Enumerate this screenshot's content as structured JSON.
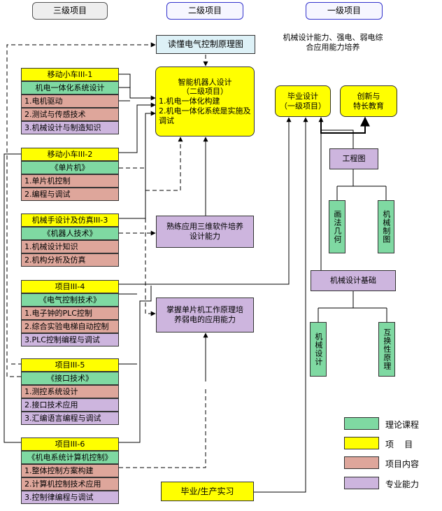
{
  "headers": {
    "level3": "三级项目",
    "level2": "二级项目",
    "level1": "一级项目"
  },
  "goal": "机械设计能力、强电、弱电综合应用能力培养",
  "center": {
    "read_diagram": "读懂电气控制原理图",
    "robot_design": {
      "title": "智能机器人设计",
      "subtitle": "（二级项目）",
      "line1": "1.机电一体化构建",
      "line2": "2.机电一体化系统是实施及调试"
    },
    "software": "熟练应用三维软件培养设计能力",
    "mcu": "掌握单片机工作原理培养弱电的应用能力",
    "internship": "毕业/生产实习"
  },
  "right": {
    "graduation": "毕业设计\n（一级项目）",
    "innovation": "创新与\n特长教育",
    "engineering_drawing": "工程图",
    "descriptive_geometry": "画法几何",
    "mech_drawing": "机械制图",
    "mech_basics": "机械设计基础",
    "mech_design": "机械设计",
    "tolerance": "互换性原理"
  },
  "projects": [
    {
      "title": "移动小车III-1",
      "theory": "机电一体化系统设计",
      "items": [
        {
          "text": "1.电机驱动",
          "kind": "content"
        },
        {
          "text": "2.测试与传感技术",
          "kind": "content"
        },
        {
          "text": "3.机械设计与制造知识",
          "kind": "ability"
        }
      ]
    },
    {
      "title": "移动小车III-2",
      "theory": "《单片机》",
      "items": [
        {
          "text": "1.单片机控制",
          "kind": "content"
        },
        {
          "text": "2.编程与调试",
          "kind": "content"
        }
      ]
    },
    {
      "title": "机械手设计及仿真III-3",
      "theory": "《机器人技术》",
      "items": [
        {
          "text": "1.机械设计知识",
          "kind": "content"
        },
        {
          "text": "2.机构分析及仿真",
          "kind": "content"
        }
      ]
    },
    {
      "title": "项目III-4",
      "theory": "《电气控制技术》",
      "items": [
        {
          "text": "1.电子钟的PLC控制",
          "kind": "content"
        },
        {
          "text": "2.综合实验电梯自动控制",
          "kind": "content"
        },
        {
          "text": "3.PLC控制编程与调试",
          "kind": "ability"
        }
      ]
    },
    {
      "title": "项目III-5",
      "theory": "《接口技术》",
      "items": [
        {
          "text": "1.测控系统设计",
          "kind": "content"
        },
        {
          "text": "2.接口技术应用",
          "kind": "ability"
        },
        {
          "text": "3.汇编语言编程与调试",
          "kind": "ability"
        }
      ]
    },
    {
      "title": "项目III-6",
      "theory": "《机电系统计算机控制》",
      "items": [
        {
          "text": "1.整体控制方案构建",
          "kind": "content"
        },
        {
          "text": "2.计算机控制技术应用",
          "kind": "content"
        },
        {
          "text": "3.控制律编程与调试",
          "kind": "ability"
        }
      ]
    }
  ],
  "legend": [
    {
      "label": "理论课程",
      "color": "#7fd9a2"
    },
    {
      "label": "项    目",
      "color": "#ffff00"
    },
    {
      "label": "项目内容",
      "color": "#dea69b"
    },
    {
      "label": "专业能力",
      "color": "#cdb5de"
    }
  ]
}
